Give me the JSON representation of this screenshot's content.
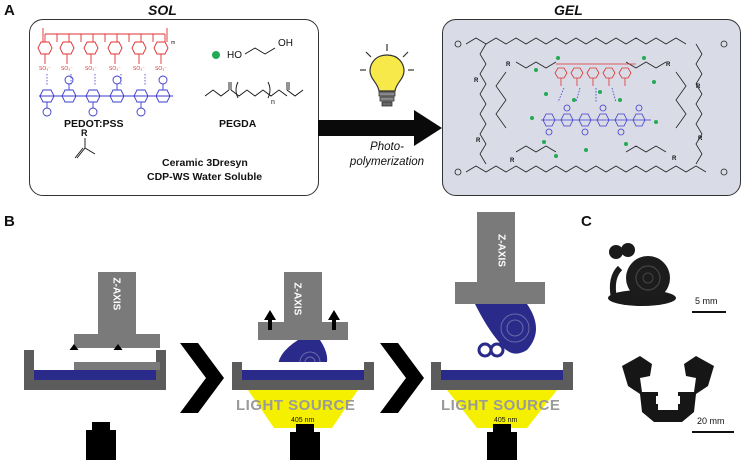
{
  "panels": {
    "a": "A",
    "b": "B",
    "c": "C"
  },
  "sol": {
    "title": "SOL",
    "pedot_label": "PEDOT:PSS",
    "pegda_label": "PEGDA",
    "resin_line1": "Ceramic 3Dresyn",
    "resin_line2": "CDP-WS Water Soluble",
    "r_label": "R",
    "ho_label": "HO",
    "oh_label": "OH",
    "n_label": "n",
    "m_label": "m",
    "so3_label": "SO₃⁻"
  },
  "arrow": {
    "line1": "Photo-",
    "line2": "polymerization"
  },
  "gel": {
    "title": "GEL"
  },
  "printer": {
    "zaxis": "Z-AXIS",
    "light_source": "LIGHT SOURCE",
    "wavelength": "405 nm"
  },
  "scale": {
    "snail": "5 mm",
    "part": "20 mm"
  },
  "colors": {
    "pedot_blue": "#3b3bcc",
    "pss_red": "#e03030",
    "glycol_green": "#22aa55",
    "resin_blue": "#2a2a8a",
    "light_yellow": "#f5f000",
    "gel_bg": "#d9dbe6"
  }
}
